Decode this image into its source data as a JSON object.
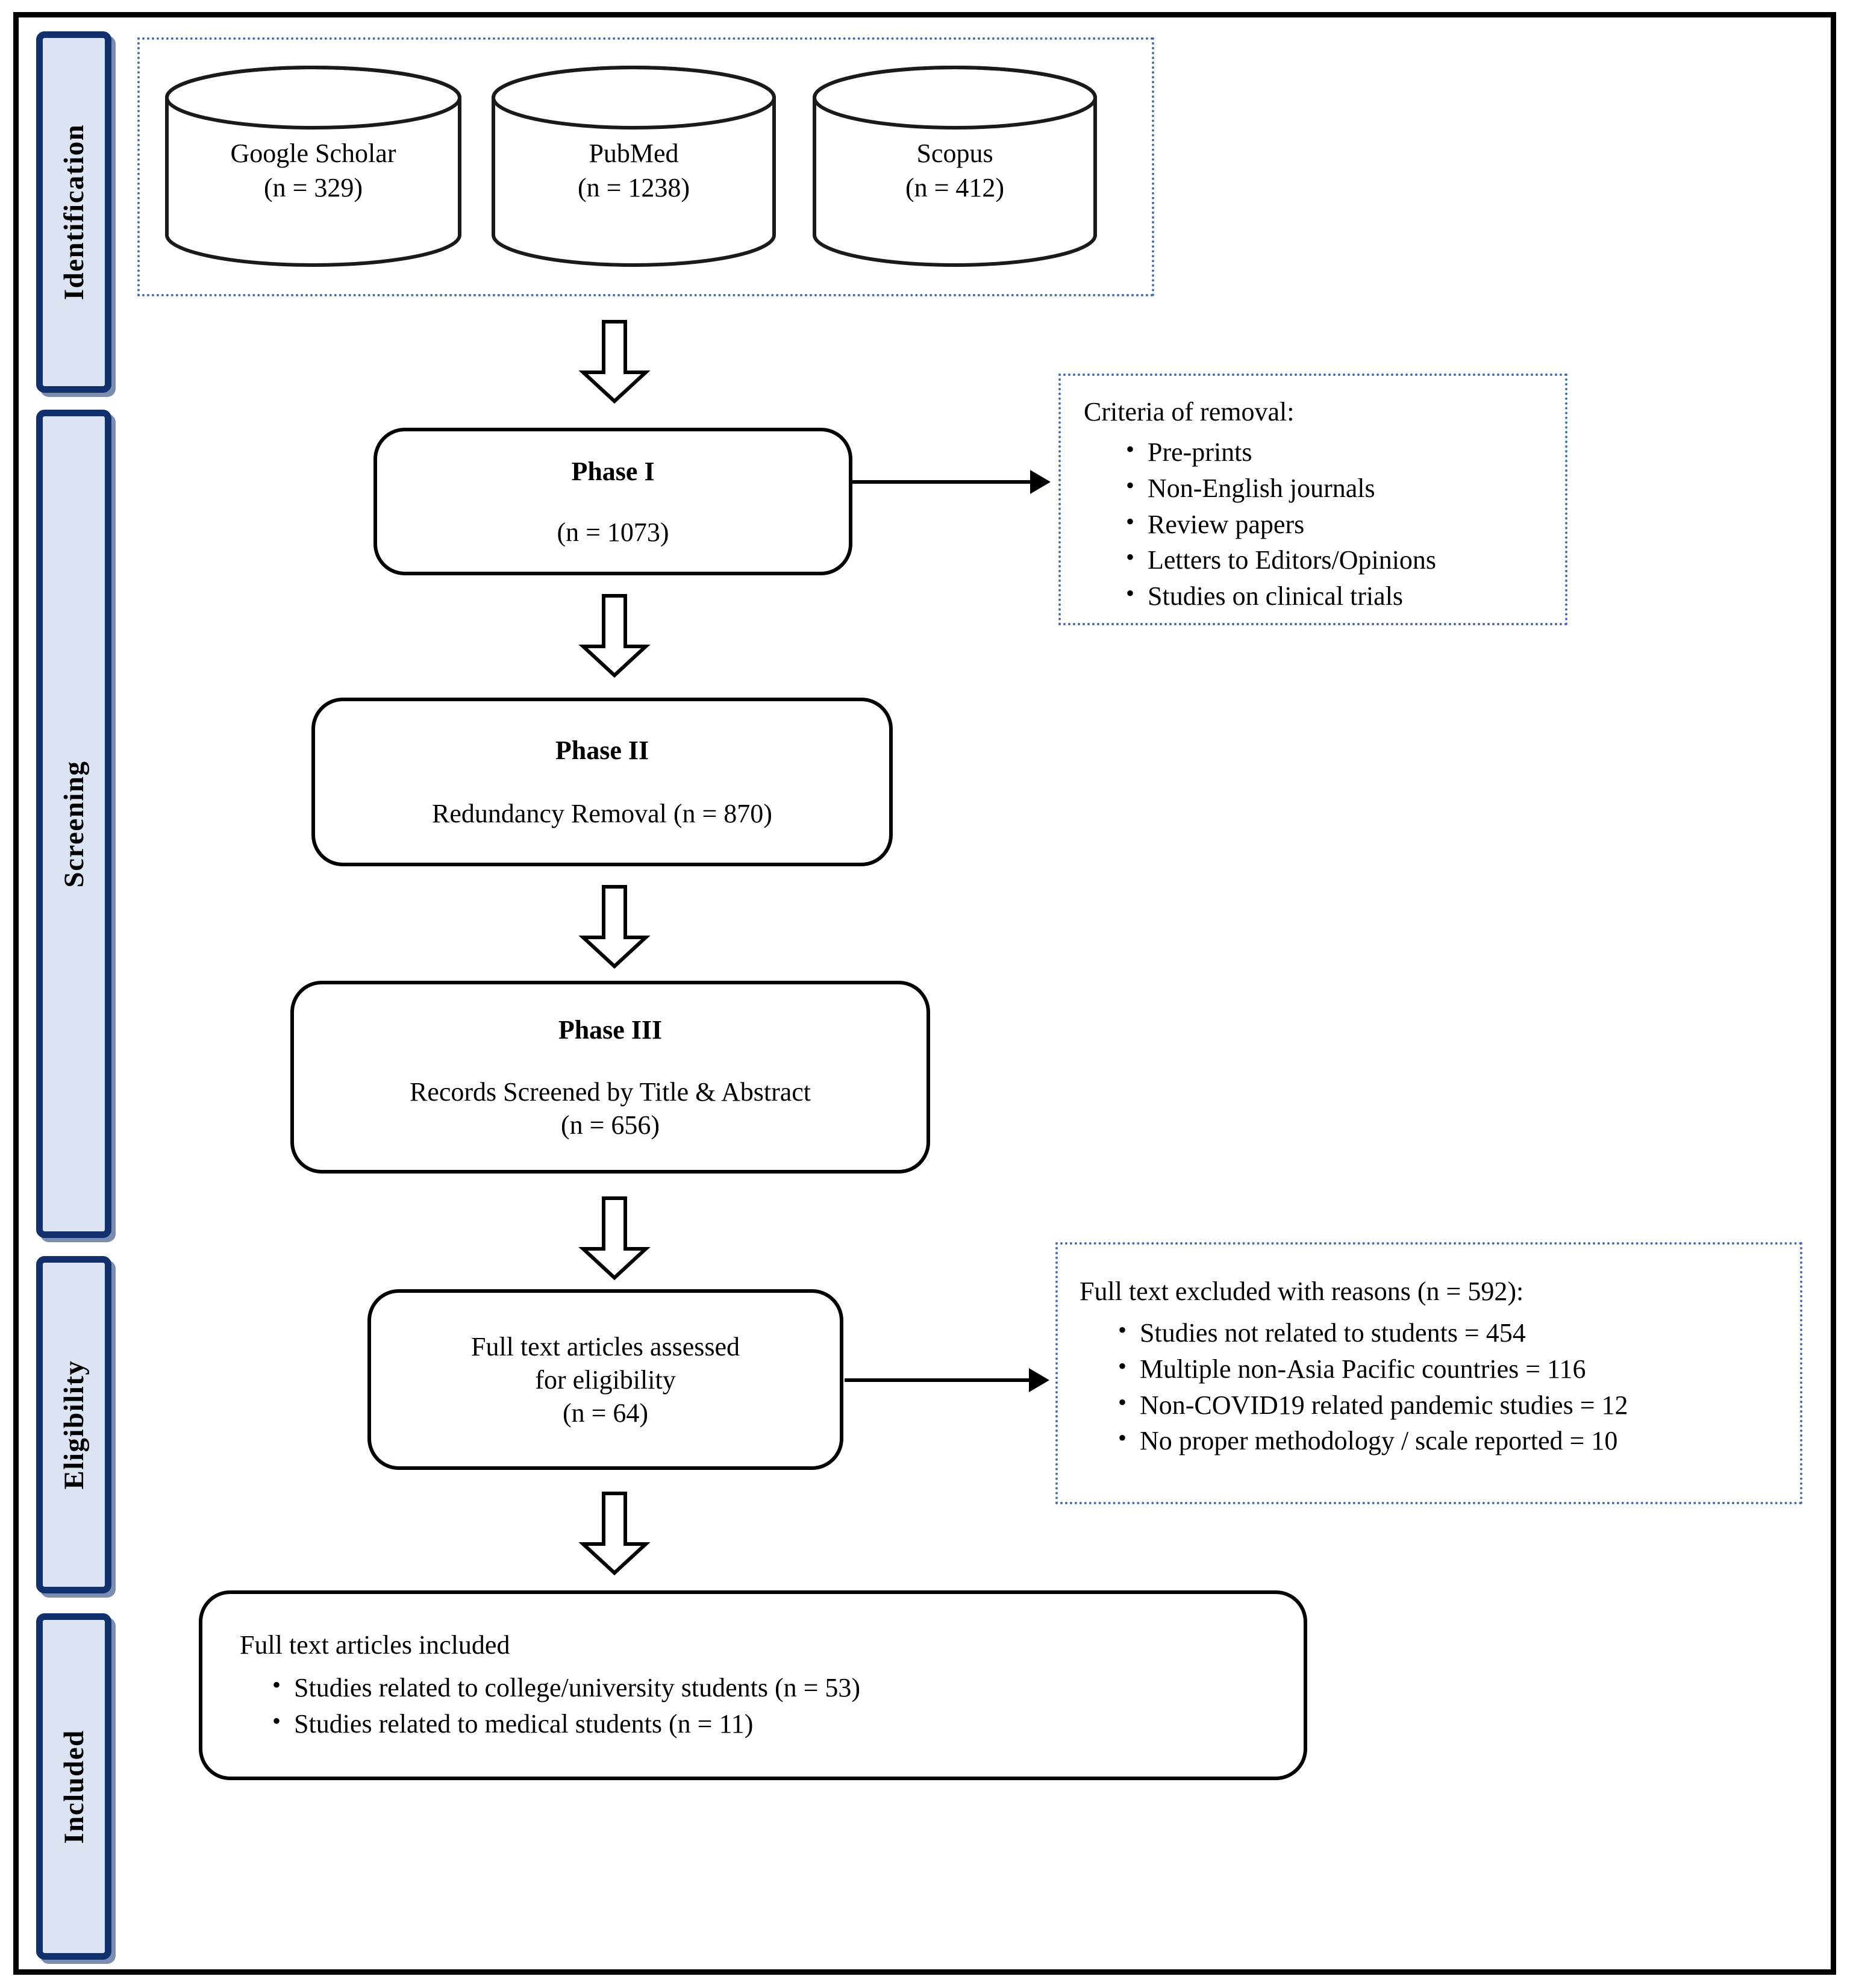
{
  "stages": [
    {
      "key": "identification",
      "label": "Identification"
    },
    {
      "key": "screening",
      "label": "Screening"
    },
    {
      "key": "eligibility",
      "label": "Eligibility"
    },
    {
      "key": "included",
      "label": "Included"
    }
  ],
  "databases": [
    {
      "name": "Google Scholar",
      "count": "(n = 329)"
    },
    {
      "name": "PubMed",
      "count": "(n = 1238)"
    },
    {
      "name": "Scopus",
      "count": "(n = 412)"
    }
  ],
  "phase1": {
    "title": "Phase I",
    "count": "(n = 1073)"
  },
  "phase2": {
    "title": "Phase II",
    "detail": "Redundancy Removal (n = 870)"
  },
  "phase3": {
    "title": "Phase III",
    "detail": "Records Screened by Title & Abstract",
    "count": "(n = 656)"
  },
  "eligibility_box": {
    "line1": "Full text articles assessed",
    "line2": "for eligibility",
    "count": "(n = 64)"
  },
  "criteria_removal": {
    "heading": "Criteria of removal:",
    "items": [
      "Pre-prints",
      "Non-English journals",
      "Review papers",
      "Letters to Editors/Opinions",
      "Studies on clinical trials"
    ]
  },
  "excluded": {
    "heading": "Full text excluded with reasons (n = 592):",
    "items": [
      "Studies not related to students = 454",
      "Multiple non-Asia Pacific countries = 116",
      "Non-COVID19 related pandemic studies = 12",
      "No proper methodology / scale reported = 10"
    ]
  },
  "included_box": {
    "heading": "Full text articles included",
    "items": [
      "Studies related to college/university students (n = 53)",
      "Studies related to medical students (n = 11)"
    ]
  },
  "colors": {
    "stage_fill": "#DCE3F2",
    "stage_border": "#12306B",
    "dotted_border": "#4A6DA7",
    "stroke": "#000000"
  },
  "icons": {
    "down_arrow": "block-down-arrow-icon",
    "right_arrow": "right-arrow-icon",
    "database": "database-cylinder-icon"
  }
}
